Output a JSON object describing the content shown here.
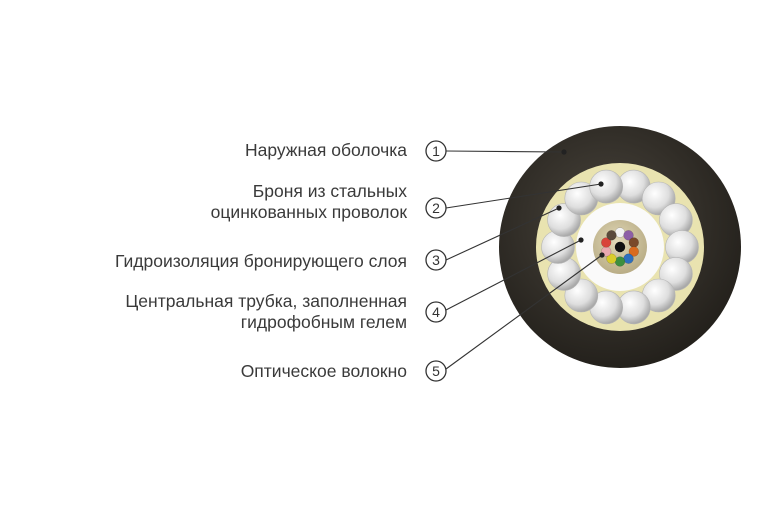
{
  "callouts": [
    {
      "number": "1",
      "lines": [
        "Наружная оболочка"
      ]
    },
    {
      "number": "2",
      "lines": [
        "Броня из стальных",
        "оцинкованных проволок"
      ]
    },
    {
      "number": "3",
      "lines": [
        "Гидроизоляция бронирующего слоя"
      ]
    },
    {
      "number": "4",
      "lines": [
        "Центральная трубка, заполненная",
        "гидрофобным гелем"
      ]
    },
    {
      "number": "5",
      "lines": [
        "Оптическое волокно"
      ]
    }
  ],
  "colors": {
    "text": "#3a3a3a",
    "outer_sheath": "#3a3630",
    "waterproof_layer": "#e9e3b0",
    "armor_wire": "#dcdcdc",
    "tube_gel": "#d3c8a3"
  },
  "fiber_colors": [
    "#f2f2f2",
    "#8d5fa6",
    "#7a4a2a",
    "#d96b1f",
    "#2e6fbe",
    "#3d8f3f",
    "#d9cc2b",
    "#e9a9b0",
    "#d8433a",
    "#5a4a3c"
  ],
  "armor_wire_count": 14
}
